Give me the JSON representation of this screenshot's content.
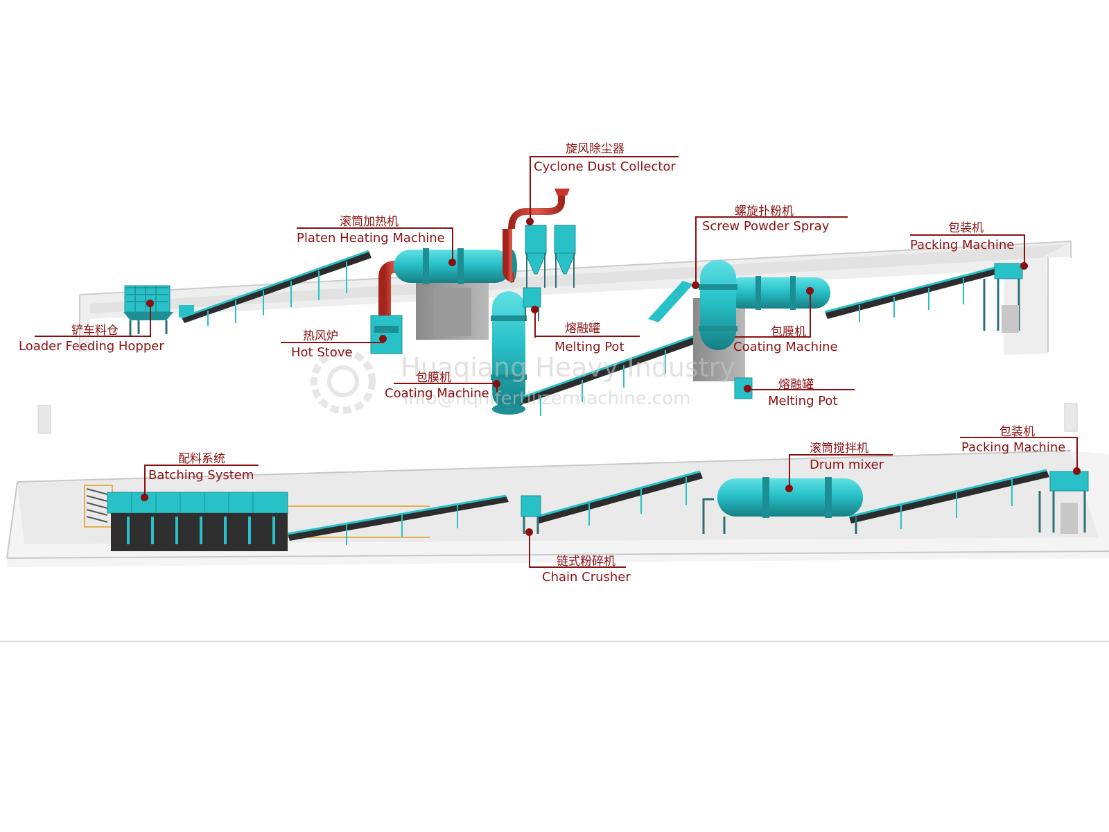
{
  "colors": {
    "label": "#8b0f10",
    "machine": "#27c1c7",
    "machine_dark": "#1d8f94",
    "pipe": "#c9352b",
    "steel": "#2e6f73",
    "floor": "#f7f7f7"
  },
  "watermark": {
    "company": "Huaqiang Heavy Industry",
    "email": "info@hqhifertilizermachine.com",
    "logo_icon": "gear-logo-icon"
  },
  "labels": {
    "cyclone": {
      "zh": "旋风除尘器",
      "en": "Cyclone Dust Collector"
    },
    "platen": {
      "zh": "滚筒加热机",
      "en": "Platen Heating Machine"
    },
    "screw": {
      "zh": "螺旋扑粉机",
      "en": "Screw Powder Spray"
    },
    "packing1": {
      "zh": "包装机",
      "en": "Packing Machine"
    },
    "loader": {
      "zh": "铲车料仓",
      "en": "Loader Feeding Hopper"
    },
    "hotstove": {
      "zh": "热风炉",
      "en": "Hot Stove"
    },
    "melting1": {
      "zh": "熔融罐",
      "en": "Melting Pot"
    },
    "coating2": {
      "zh": "包膜机",
      "en": "Coating Machine"
    },
    "coating1": {
      "zh": "包膜机",
      "en": "Coating Machine"
    },
    "melting2": {
      "zh": "熔融罐",
      "en": "Melting Pot"
    },
    "batching": {
      "zh": "配料系统",
      "en": "Batching System"
    },
    "drum": {
      "zh": "滚筒搅拌机",
      "en": "Drum mixer"
    },
    "packing2": {
      "zh": "包装机",
      "en": "Packing Machine"
    },
    "chain": {
      "zh": "链式粉碎机",
      "en": "Chain Crusher"
    }
  }
}
